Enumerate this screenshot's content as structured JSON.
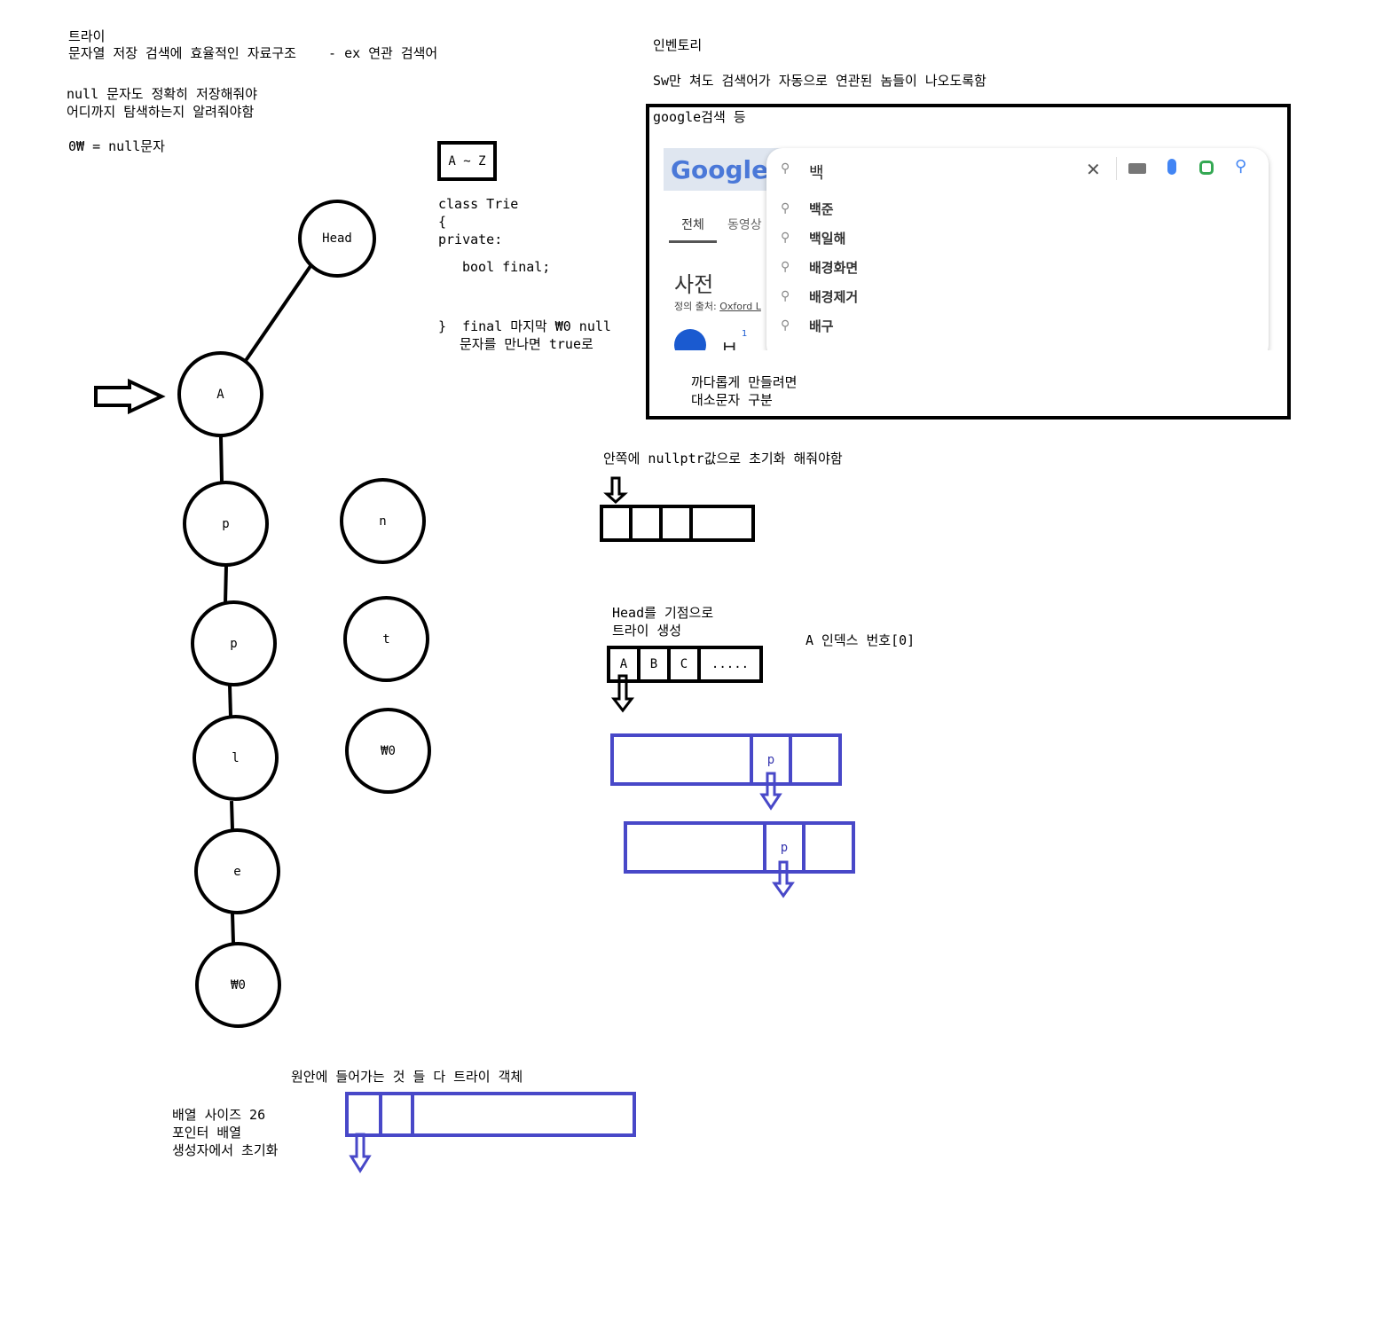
{
  "notes": {
    "title": "트라이",
    "subtitle": "문자열 저장 검색에 효율적인 자료구조    - ex 연관 검색어",
    "null_line1": "null 문자도 정확히 저장해줘야",
    "null_line2": "어디까지 탐색하는지 알려줘야함",
    "null_char": "0₩ = null문자",
    "az_label": "A ~ Z",
    "code_line1": "class Trie",
    "code_line2": "{",
    "code_line3": "private:",
    "code_line4": "bool final;",
    "code_line5": "}  final 마지막 ₩0 null",
    "code_line6": "문자를 만나면 true로",
    "inventory": "인벤토리",
    "inventory_desc": "Sw만 쳐도 검색어가 자동으로 연관된 놈들이 나오도록함",
    "google_label": "google검색 등",
    "strict_line1": "까다롭게 만들려면",
    "strict_line2": "대소문자 구분",
    "init_note": "안쪽에 nullptr값으로 초기화 해줘야함",
    "head_line1": "Head를 기점으로",
    "head_line2": "트라이 생성",
    "index_note": "A 인덱스 번호[0]",
    "circle_note": "원안에 들어가는 것 들 다 트라이 객체",
    "array_line1": "배열 사이즈 26",
    "array_line2": "포인터 배열",
    "array_line3": "생성자에서 초기화"
  },
  "tree": {
    "head": "Head",
    "a": "A",
    "p1": "p",
    "p2": "p",
    "l": "l",
    "e": "e",
    "end1": "₩0",
    "n": "n",
    "t": "t",
    "end2": "₩0"
  },
  "array_cells": {
    "a": "A",
    "b": "B",
    "c": "C",
    "dots": ".....",
    "blue_p1": "p",
    "blue_p2": "p"
  },
  "google": {
    "logo": "Google",
    "query": "백",
    "suggestions": [
      "백준",
      "백일해",
      "배경화면",
      "배경제거",
      "배구"
    ],
    "tab_all": "전체",
    "tab_video": "동영상",
    "dictionary": "사전",
    "dict_source_prefix": "정의 출처:",
    "dict_source": "Oxford L",
    "dict_glyph": "ㅂ",
    "dict_sup": "1"
  },
  "colors": {
    "accent_blue": "#4848c8",
    "ink": "#000000"
  }
}
